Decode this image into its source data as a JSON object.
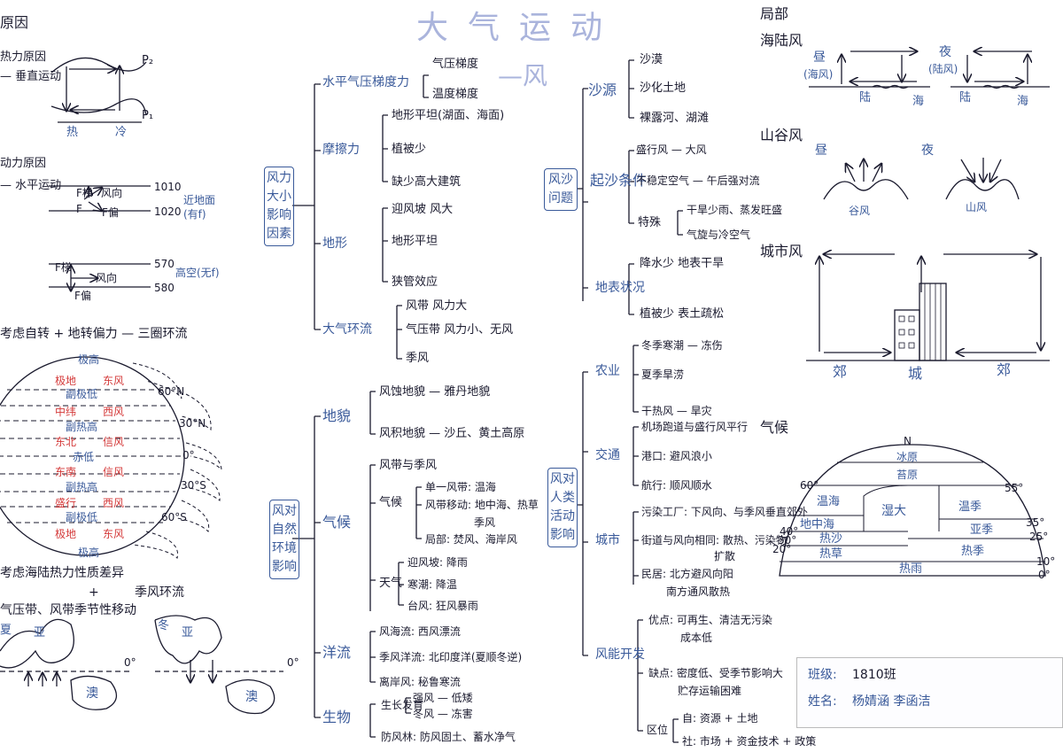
{
  "title": {
    "main": "大气运动",
    "sub": "—风"
  },
  "left": {
    "cause": "原因",
    "thermal": "热力原因",
    "vertical": "— 垂直运动",
    "p2": "P₂",
    "p1": "P₁",
    "hot": "热",
    "cold": "冷",
    "dynamic": "动力原因",
    "horizontal": "— 水平运动",
    "pgf": "F梯",
    "wind": "风向",
    "deflect": "F偏",
    "friction_f": "F",
    "iso1010": "1010",
    "iso1020": "1020",
    "near_ground": "近地面",
    "near_ground2": "(有f)",
    "iso570": "570",
    "iso580": "580",
    "high_alt": "高空(无f)",
    "rotation": "考虑自转 + 地转偏力 — 三圈环流",
    "globe": {
      "north_high": "极高",
      "polar_east1": "极地",
      "east_wind1": "东风",
      "sub_polar_low1": "副极低",
      "westerlies1": "中纬",
      "west_wind1": "西风",
      "sub_high1": "副热高",
      "ne_trade": "东北",
      "trade1": "信风",
      "eq_low": "赤低",
      "se_trade": "东南",
      "trade2": "信风",
      "sub_high2": "副热高",
      "westerlies2": "盛行",
      "west_wind2": "西风",
      "sub_polar_low2": "副极低",
      "polar_east2": "极地",
      "east_wind2": "东风",
      "south_high": "极高",
      "lat60n": "60°N",
      "lat30n": "30°N",
      "lat0": "0°",
      "lat30s": "30°S",
      "lat60s": "60°S"
    },
    "landsea": "考虑海陆热力性质差异",
    "plus": "+",
    "monsoon_circ": "季风环流",
    "belts_move": "气压带、风带季节性移动",
    "summer": "夏",
    "asia1": "亚",
    "winter": "冬",
    "asia2": "亚",
    "aus1": "澳",
    "aus2": "澳",
    "deg0a": "0°",
    "deg0b": "0°"
  },
  "col2": {
    "box1": [
      "风力",
      "大小",
      "影响",
      "因素"
    ],
    "pgf": "水平气压梯度力",
    "pgf_items": [
      "气压梯度",
      "温度梯度"
    ],
    "friction": "摩擦力",
    "friction_items": [
      "地形平坦(湖面、海面)",
      "植被少",
      "缺少高大建筑"
    ],
    "terrain": "地形",
    "terrain_items": [
      "迎风坡  风大",
      "地形平坦",
      "狭管效应"
    ],
    "circulation": "大气环流",
    "circ_items": [
      "风带  风力大",
      "气压带  风力小、无风",
      "季风"
    ],
    "box2": [
      "风对",
      "自然",
      "环境",
      "影响"
    ],
    "landform": "地貌",
    "landform_items": [
      "风蚀地貌 — 雅丹地貌",
      "风积地貌 — 沙丘、黄土高原"
    ],
    "climate": "气候",
    "climate_head": "风带与季风",
    "climate_qh": "气候",
    "climate_items": [
      "单一风带: 温海",
      "风带移动: 地中海、热草",
      "季风",
      "局部: 焚风、海岸风"
    ],
    "weather": "天气",
    "weather_items": [
      "迎风坡: 降雨",
      "寒潮: 降温",
      "台风: 狂风暴雨"
    ],
    "current": "洋流",
    "current_items": [
      "风海流: 西风漂流",
      "季风洋流: 北印度洋(夏顺冬逆)",
      "离岸风: 秘鲁寒流"
    ],
    "bio": "生物",
    "bio_growth": "生长发育",
    "bio_items": [
      "强风 — 低矮",
      "冬风 — 冻害"
    ],
    "bio_forest": "防风林: 防风固土、蓄水净气"
  },
  "col3": {
    "box3": [
      "风沙",
      "问题"
    ],
    "source": "沙源",
    "source_items": [
      "沙漠",
      "沙化土地",
      "裸露河、湖滩"
    ],
    "start": "起沙条件",
    "start_items": [
      "盛行风 — 大风",
      "不稳定空气 — 午后强对流"
    ],
    "special": "特殊",
    "special_items": [
      "干旱少雨、蒸发旺盛",
      "气旋与冷空气"
    ],
    "surface": "地表状况",
    "surface_items": [
      "降水少  地表干旱",
      "植被少  表土疏松"
    ],
    "box4": [
      "风对",
      "人类",
      "活动",
      "影响"
    ],
    "agri": "农业",
    "agri_items": [
      "冬季寒潮 — 冻伤",
      "夏季旱涝",
      "干热风 — 旱灾"
    ],
    "traffic": "交通",
    "traffic_items": [
      "机场跑道与盛行风平行",
      "港口: 避风浪小",
      "航行: 顺风顺水"
    ],
    "city": "城市",
    "city_items": [
      "污染工厂: 下风向、与季风垂直郊外",
      "街道与风向相同: 散热、污染物",
      "扩散",
      "民居: 北方避风向阳",
      "南方通风散热"
    ],
    "power": "风能开发",
    "power_adv": "优点: 可再生、清洁无污染",
    "power_adv2": "成本低",
    "power_dis": "缺点: 密度低、受季节影响大",
    "power_dis2": "贮存运输困难",
    "loc": "区位",
    "loc_items": [
      "自: 资源 + 土地",
      "社: 市场 + 资金技术 + 政策"
    ]
  },
  "right": {
    "local": "局部",
    "sea_land": "海陆风",
    "day": "昼",
    "day_note": "(海风)",
    "night": "夜",
    "night_note": "(陆风)",
    "land1": "陆",
    "sea1": "海",
    "land2": "陆",
    "sea2": "海",
    "valley": "山谷风",
    "v_day": "昼",
    "v_night": "夜",
    "valley_wind": "谷风",
    "mountain_wind": "山风",
    "city_wind": "城市风",
    "suburb1": "郊",
    "city": "城",
    "suburb2": "郊",
    "climate": "气候",
    "zones": {
      "n": "N",
      "ice": "冰原",
      "tundra": "苔原",
      "temp_sea": "温海",
      "med": "地中海",
      "desert": "热沙",
      "savanna": "热草",
      "rain": "热雨",
      "humid": "湿大",
      "temp_mon": "温季",
      "sub_mon": "亚季",
      "trop_mon": "热季",
      "l60": "60°",
      "l40": "40°",
      "l30": "30°",
      "l20": "20°",
      "r55": "55°",
      "r35": "35°",
      "r25": "25°",
      "r10": "10°",
      "r0": "0°"
    },
    "class_label": "班级:",
    "class_value": "1810班",
    "name_label": "姓名:",
    "names": "杨婧涵  李函洁"
  },
  "colors": {
    "blue": "#3a5a9a",
    "red": "#d43a3a",
    "pale": "#aab4dc"
  }
}
